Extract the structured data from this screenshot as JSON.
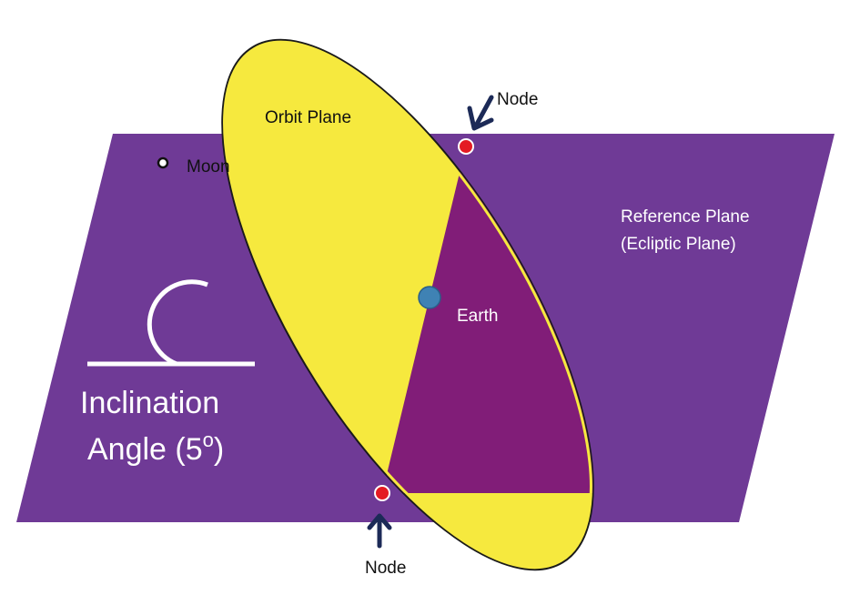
{
  "labels": {
    "orbit_plane": "Orbit Plane",
    "moon": "Moon",
    "earth": "Earth",
    "reference_plane_line1": "Reference Plane",
    "reference_plane_line2": "(Ecliptic Plane)",
    "node_top": "Node",
    "node_bottom": "Node",
    "inclination_line1": "Inclination",
    "inclination_line2_prefix": "Angle (5",
    "inclination_degree": "o",
    "inclination_line2_suffix": ")"
  },
  "colors": {
    "reference_plane": "#6f3a96",
    "orbit_plane": "#f6e93e",
    "orbit_below_shade": "#811d78",
    "node_marker": "#e41b23",
    "earth": "#3f82b4",
    "arrow": "#1c2a57",
    "angle_marker": "#ffffff"
  }
}
